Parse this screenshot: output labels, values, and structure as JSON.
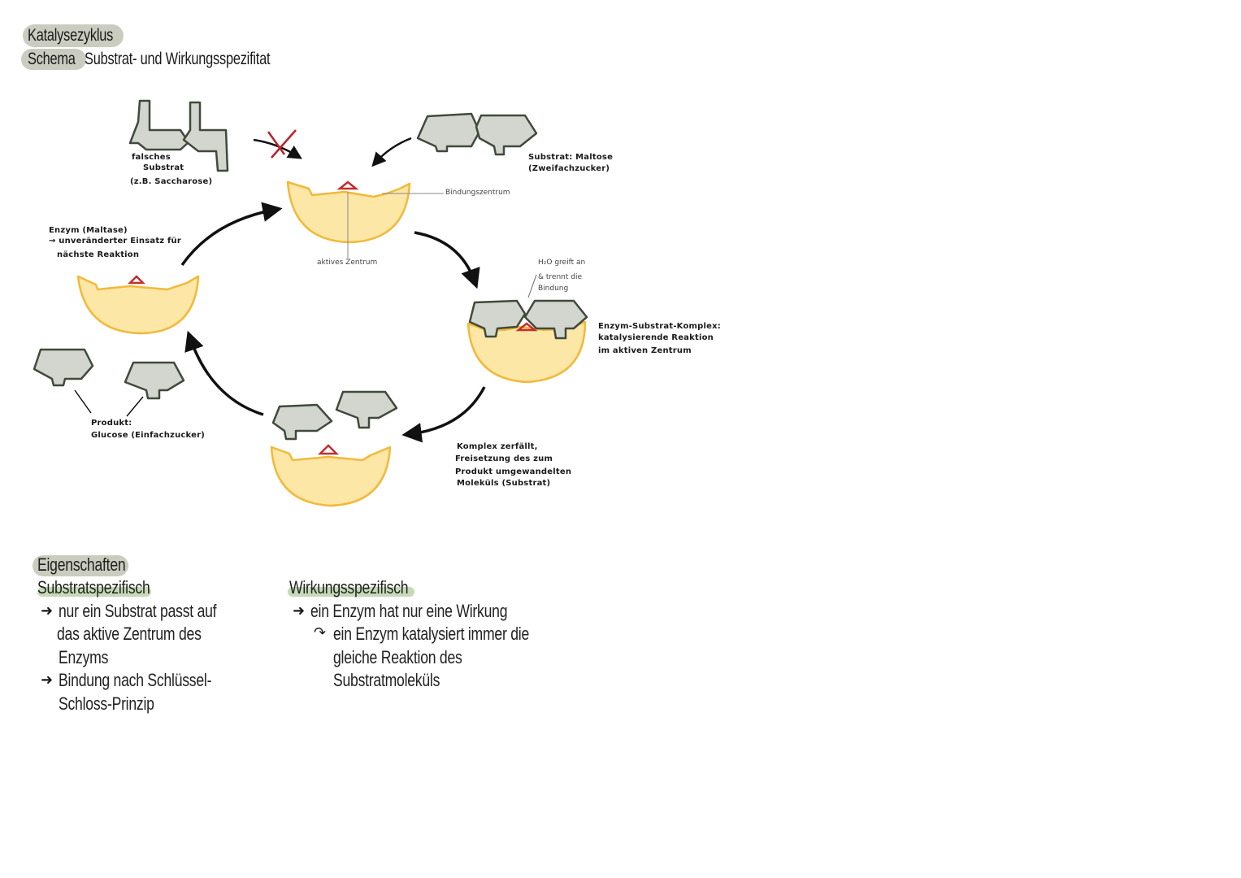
{
  "header": {
    "title": "Katalysezyklus",
    "subtitle_prefix": "Schema",
    "subtitle_rest": "Substrat- und Wirkungsspezifitat"
  },
  "labels": {
    "wrong_substrate": [
      "falsches",
      "Substrat",
      "(z.B. Saccharose)"
    ],
    "substrate": [
      "Substrat: Maltose",
      "(Zweifachzucker)"
    ],
    "binding_center": "Bindungszentrum",
    "active_center": "aktives Zentrum",
    "enzyme_left": [
      "Enzym (Maltase)",
      "→ unveränderter Einsatz für",
      "nächste Reaktion"
    ],
    "water_attack": [
      "H₂O greift an",
      "& trennt die",
      "Bindung"
    ],
    "complex": [
      "Enzym-Substrat-Komplex:",
      "katalysierende Reaktion",
      "im aktiven Zentrum"
    ],
    "decay": [
      "Komplex zerfällt,",
      "Freisetzung des zum",
      "Produkt umgewandelten",
      "Moleküls (Substrat)"
    ],
    "product": [
      "Produkt:",
      "Glucose (Einfachzucker)"
    ]
  },
  "properties": {
    "heading": "Eigenschaften",
    "left_title": "Substratspezifisch",
    "left_items": [
      [
        "nur ein Substrat passt auf",
        "das aktive Zentrum des",
        "Enzyms"
      ],
      [
        "Bindung nach Schlüssel-",
        "Schloss-Prinzip"
      ]
    ],
    "right_title": "Wirkungsspezifisch",
    "right_item": "ein Enzym hat nur eine Wirkung",
    "right_sub": [
      "ein Enzym katalysiert immer die",
      "gleiche Reaktion des",
      "Substratmoleküls"
    ]
  },
  "colors": {
    "enzyme_fill": "#fde7a6",
    "enzyme_stroke": "#f2b93b",
    "molecule_fill": "#d3d6cf",
    "molecule_stroke": "#3f4a3c",
    "active_site": "#c22f2f",
    "highlight": "#c9ccbf",
    "highlight_green": "#c7d9b8"
  }
}
